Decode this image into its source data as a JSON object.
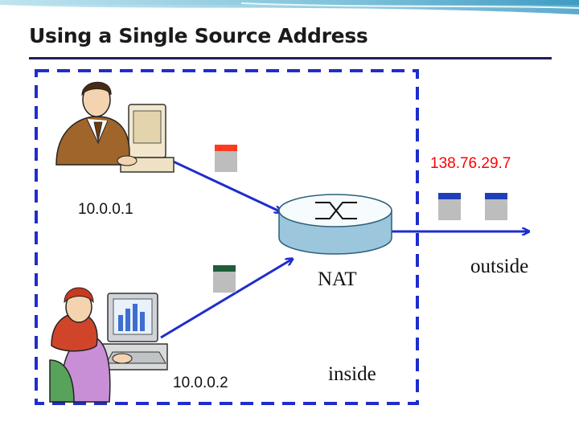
{
  "title": "Using a Single Source Address",
  "labels": {
    "host1_ip": "10.0.0.1",
    "host2_ip": "10.0.0.2",
    "public_ip": "138.76.29.7",
    "nat": "NAT",
    "inside": "inside",
    "outside": "outside"
  },
  "colors": {
    "link": "#1f2dcc",
    "boundary": "#1f2dcc",
    "packet_body": "#bdbdbd",
    "packet_red": "#ff3b1f",
    "packet_green": "#1f5e3c",
    "packet_blue": "#1f3fb8",
    "public_ip_text": "#ff0000"
  },
  "icons": {
    "host1": "man-at-computer-icon",
    "host2": "woman-at-computer-icon",
    "router": "nat-router-icon"
  }
}
